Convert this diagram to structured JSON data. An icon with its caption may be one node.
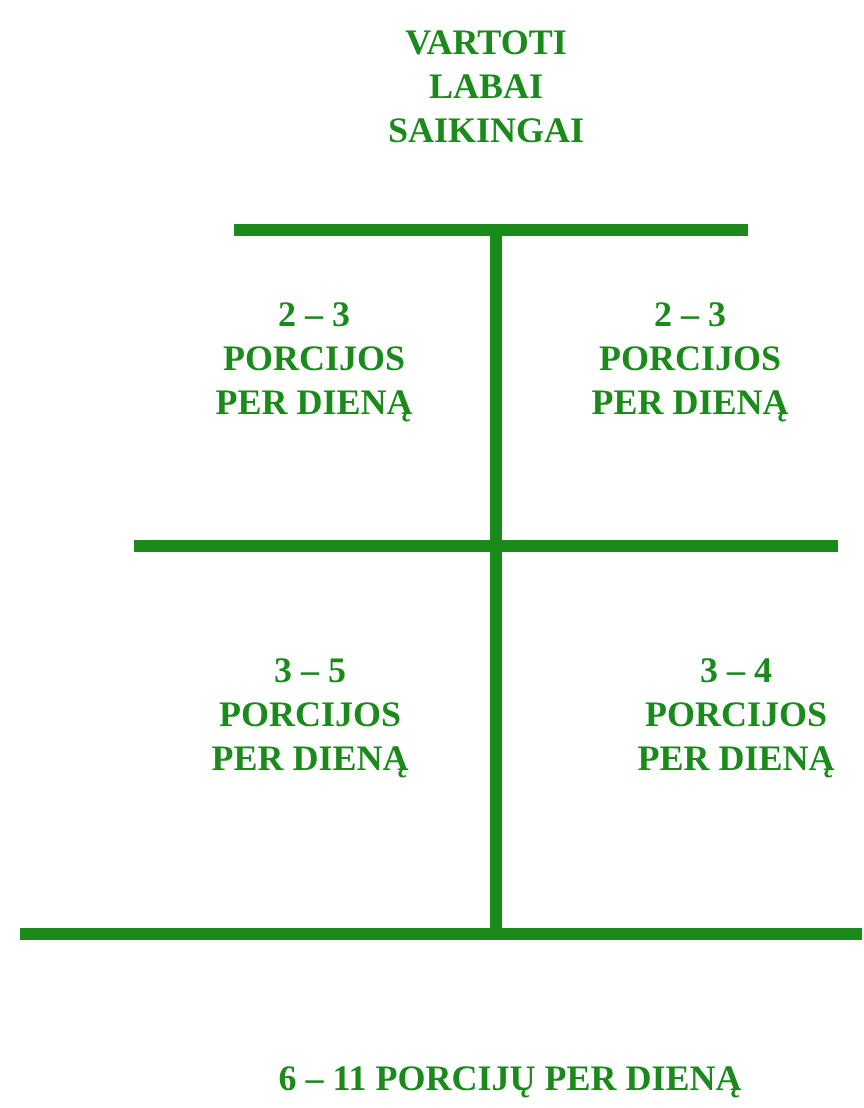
{
  "diagram": {
    "labels": [
      "VARTOTI LABAI SAIKINGAI",
      "2 – 3 PORCIJOS PER DIENĄ",
      "2 – 3 PORCIJOS PER DIENĄ",
      "3 – 5 PORCIJOS PER DIENĄ",
      "3 – 4 PORCIJOS PER DIENĄ",
      "6 – 11 PORCIJŲ PER DIENĄ"
    ]
  }
}
